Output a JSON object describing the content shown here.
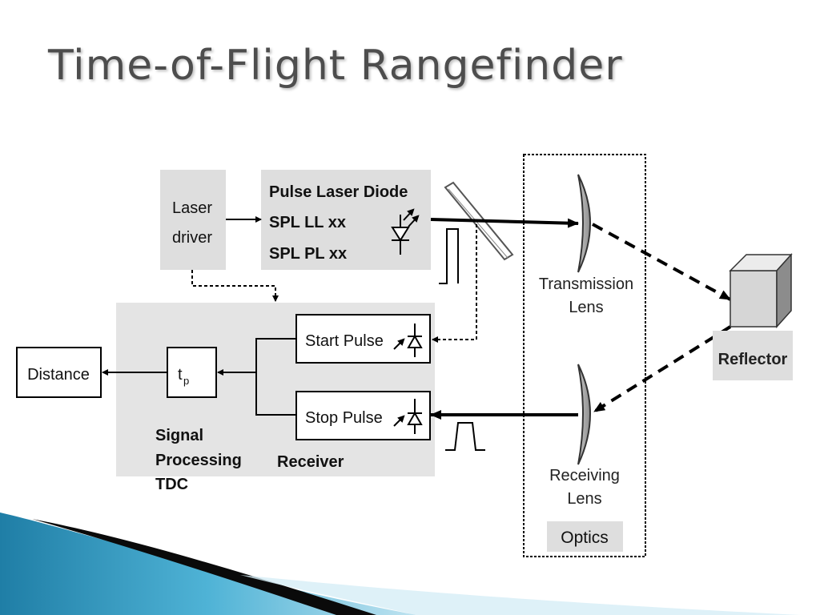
{
  "slide": {
    "title": "Time-of-Flight Rangefinder"
  },
  "diagram": {
    "laser_driver": {
      "line1": "Laser",
      "line2": "driver"
    },
    "pulse_laser_diode": {
      "line1": "Pulse Laser Diode",
      "line2": "SPL LL xx",
      "line3": "SPL PL xx"
    },
    "start_pulse": "Start Pulse",
    "stop_pulse": "Stop Pulse",
    "tdc_label": "t",
    "tdc_subscript": "p",
    "distance": "Distance",
    "signal_processing": {
      "line1": "Signal",
      "line2": "Processing",
      "line3": "TDC"
    },
    "receiver": "Receiver",
    "transmission_lens": {
      "line1": "Transmission",
      "line2": "Lens"
    },
    "receiving_lens": {
      "line1": "Receiving",
      "line2": "Lens"
    },
    "optics": "Optics",
    "reflector": "Reflector"
  },
  "colors": {
    "box_fill": "#dedede",
    "panel_fill": "#e4e4e4",
    "accent_blue": "#2a8fb5"
  }
}
